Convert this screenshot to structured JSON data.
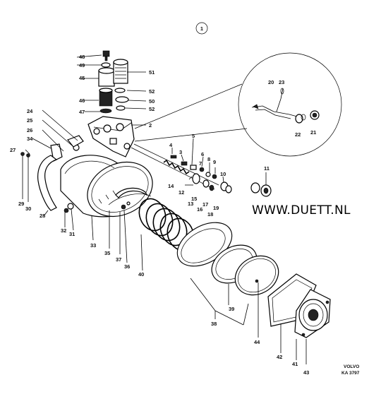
{
  "page_marker": "1",
  "watermark": "WWW.DUETT.NL",
  "credit": {
    "line1": "VOLVO",
    "line2": "KA 3797"
  },
  "part_numbers": [
    "48",
    "49",
    "45",
    "51",
    "52",
    "46",
    "50",
    "47",
    "52",
    "24",
    "25",
    "26",
    "34",
    "27",
    "2",
    "4",
    "3",
    "5",
    "6",
    "7",
    "8",
    "9",
    "10",
    "11",
    "14",
    "12",
    "13",
    "15",
    "16",
    "17",
    "18",
    "19",
    "20",
    "23",
    "22",
    "21",
    "29",
    "30",
    "28",
    "32",
    "31",
    "33",
    "35",
    "37",
    "36",
    "40",
    "38",
    "39",
    "44",
    "42",
    "41",
    "43"
  ]
}
